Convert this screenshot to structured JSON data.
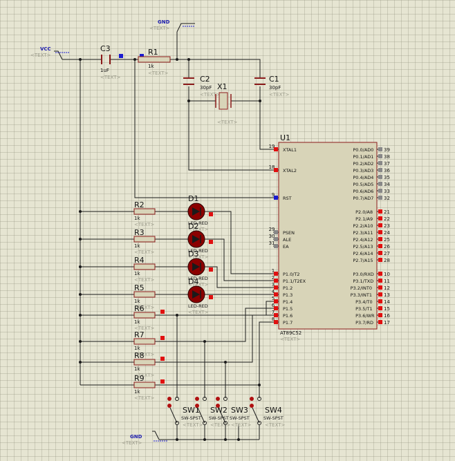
{
  "placeholder": "<TEXT>",
  "power": [
    {
      "name": "GND"
    },
    {
      "name": "VCC"
    },
    {
      "name": "GND"
    }
  ],
  "components": {
    "c3": {
      "ref": "C3",
      "value": "1uF"
    },
    "r1": {
      "ref": "R1",
      "value": "1k"
    },
    "c2": {
      "ref": "C2",
      "value": "30pF"
    },
    "c1": {
      "ref": "C1",
      "value": "30pF"
    },
    "x1": {
      "ref": "X1"
    },
    "resistors": [
      {
        "ref": "R2",
        "value": "1k"
      },
      {
        "ref": "R3",
        "value": "1k"
      },
      {
        "ref": "R4",
        "value": "1k"
      },
      {
        "ref": "R5",
        "value": "1k"
      },
      {
        "ref": "R6",
        "value": "1k"
      },
      {
        "ref": "R7",
        "value": "1k"
      },
      {
        "ref": "R8",
        "value": "1k"
      },
      {
        "ref": "R9",
        "value": "1k"
      }
    ],
    "leds": [
      {
        "ref": "D1",
        "value": "LED-RED"
      },
      {
        "ref": "D2",
        "value": "LED-RED"
      },
      {
        "ref": "D3",
        "value": "LED-RED"
      },
      {
        "ref": "D4",
        "value": "LED-RED"
      }
    ],
    "switches": [
      {
        "ref": "SW1",
        "value": "SW-SPST"
      },
      {
        "ref": "SW2",
        "value": "SW-SPST"
      },
      {
        "ref": "SW3",
        "value": "SW-SPST"
      },
      {
        "ref": "SW4",
        "value": "SW-SPST"
      }
    ]
  },
  "mcu": {
    "ref": "U1",
    "part": "AT89C52",
    "left_pins": [
      {
        "num": "19",
        "name": "XTAL1"
      },
      {
        "num": "18",
        "name": "XTAL2"
      },
      {
        "num": "9",
        "name": "RST"
      },
      {
        "num": "29",
        "name": "PSEN"
      },
      {
        "num": "30",
        "name": "ALE"
      },
      {
        "num": "31",
        "name": "EA"
      },
      {
        "num": "1",
        "name": "P1.0/T2"
      },
      {
        "num": "2",
        "name": "P1.1/T2EX"
      },
      {
        "num": "3",
        "name": "P1.2"
      },
      {
        "num": "4",
        "name": "P1.3"
      },
      {
        "num": "5",
        "name": "P1.4"
      },
      {
        "num": "6",
        "name": "P1.5"
      },
      {
        "num": "7",
        "name": "P1.6"
      },
      {
        "num": "8",
        "name": "P1.7"
      }
    ],
    "right_pins": [
      {
        "num": "39",
        "name": "P0.0/AD0"
      },
      {
        "num": "38",
        "name": "P0.1/AD1"
      },
      {
        "num": "37",
        "name": "P0.2/AD2"
      },
      {
        "num": "36",
        "name": "P0.3/AD3"
      },
      {
        "num": "35",
        "name": "P0.4/AD4"
      },
      {
        "num": "34",
        "name": "P0.5/AD5"
      },
      {
        "num": "33",
        "name": "P0.6/AD6"
      },
      {
        "num": "32",
        "name": "P0.7/AD7"
      },
      {
        "num": "21",
        "name": "P2.0/A8"
      },
      {
        "num": "22",
        "name": "P2.1/A9"
      },
      {
        "num": "23",
        "name": "P2.2/A10"
      },
      {
        "num": "24",
        "name": "P2.3/A11"
      },
      {
        "num": "25",
        "name": "P2.4/A12"
      },
      {
        "num": "26",
        "name": "P2.5/A13"
      },
      {
        "num": "27",
        "name": "P2.6/A14"
      },
      {
        "num": "28",
        "name": "P2.7/A15"
      },
      {
        "num": "10",
        "name": "P3.0/RXD"
      },
      {
        "num": "11",
        "name": "P3.1/TXD"
      },
      {
        "num": "12",
        "name": "P3.2/INT0"
      },
      {
        "num": "13",
        "name": "P3.3/INT1"
      },
      {
        "num": "14",
        "name": "P3.4/T0"
      },
      {
        "num": "15",
        "name": "P3.5/T1"
      },
      {
        "num": "16",
        "name": "P3.6/WR"
      },
      {
        "num": "17",
        "name": "P3.7/RD"
      }
    ]
  },
  "colors": {
    "wire": "#1a1a1a",
    "body_outline": "#8b1a1a",
    "chip_fill": "#d8d4b8",
    "pin_marker": "#e01010",
    "power_marker": "#1a1ad0",
    "placeholder_text": "#9a9a8a",
    "led_fill": "#8b0000"
  }
}
